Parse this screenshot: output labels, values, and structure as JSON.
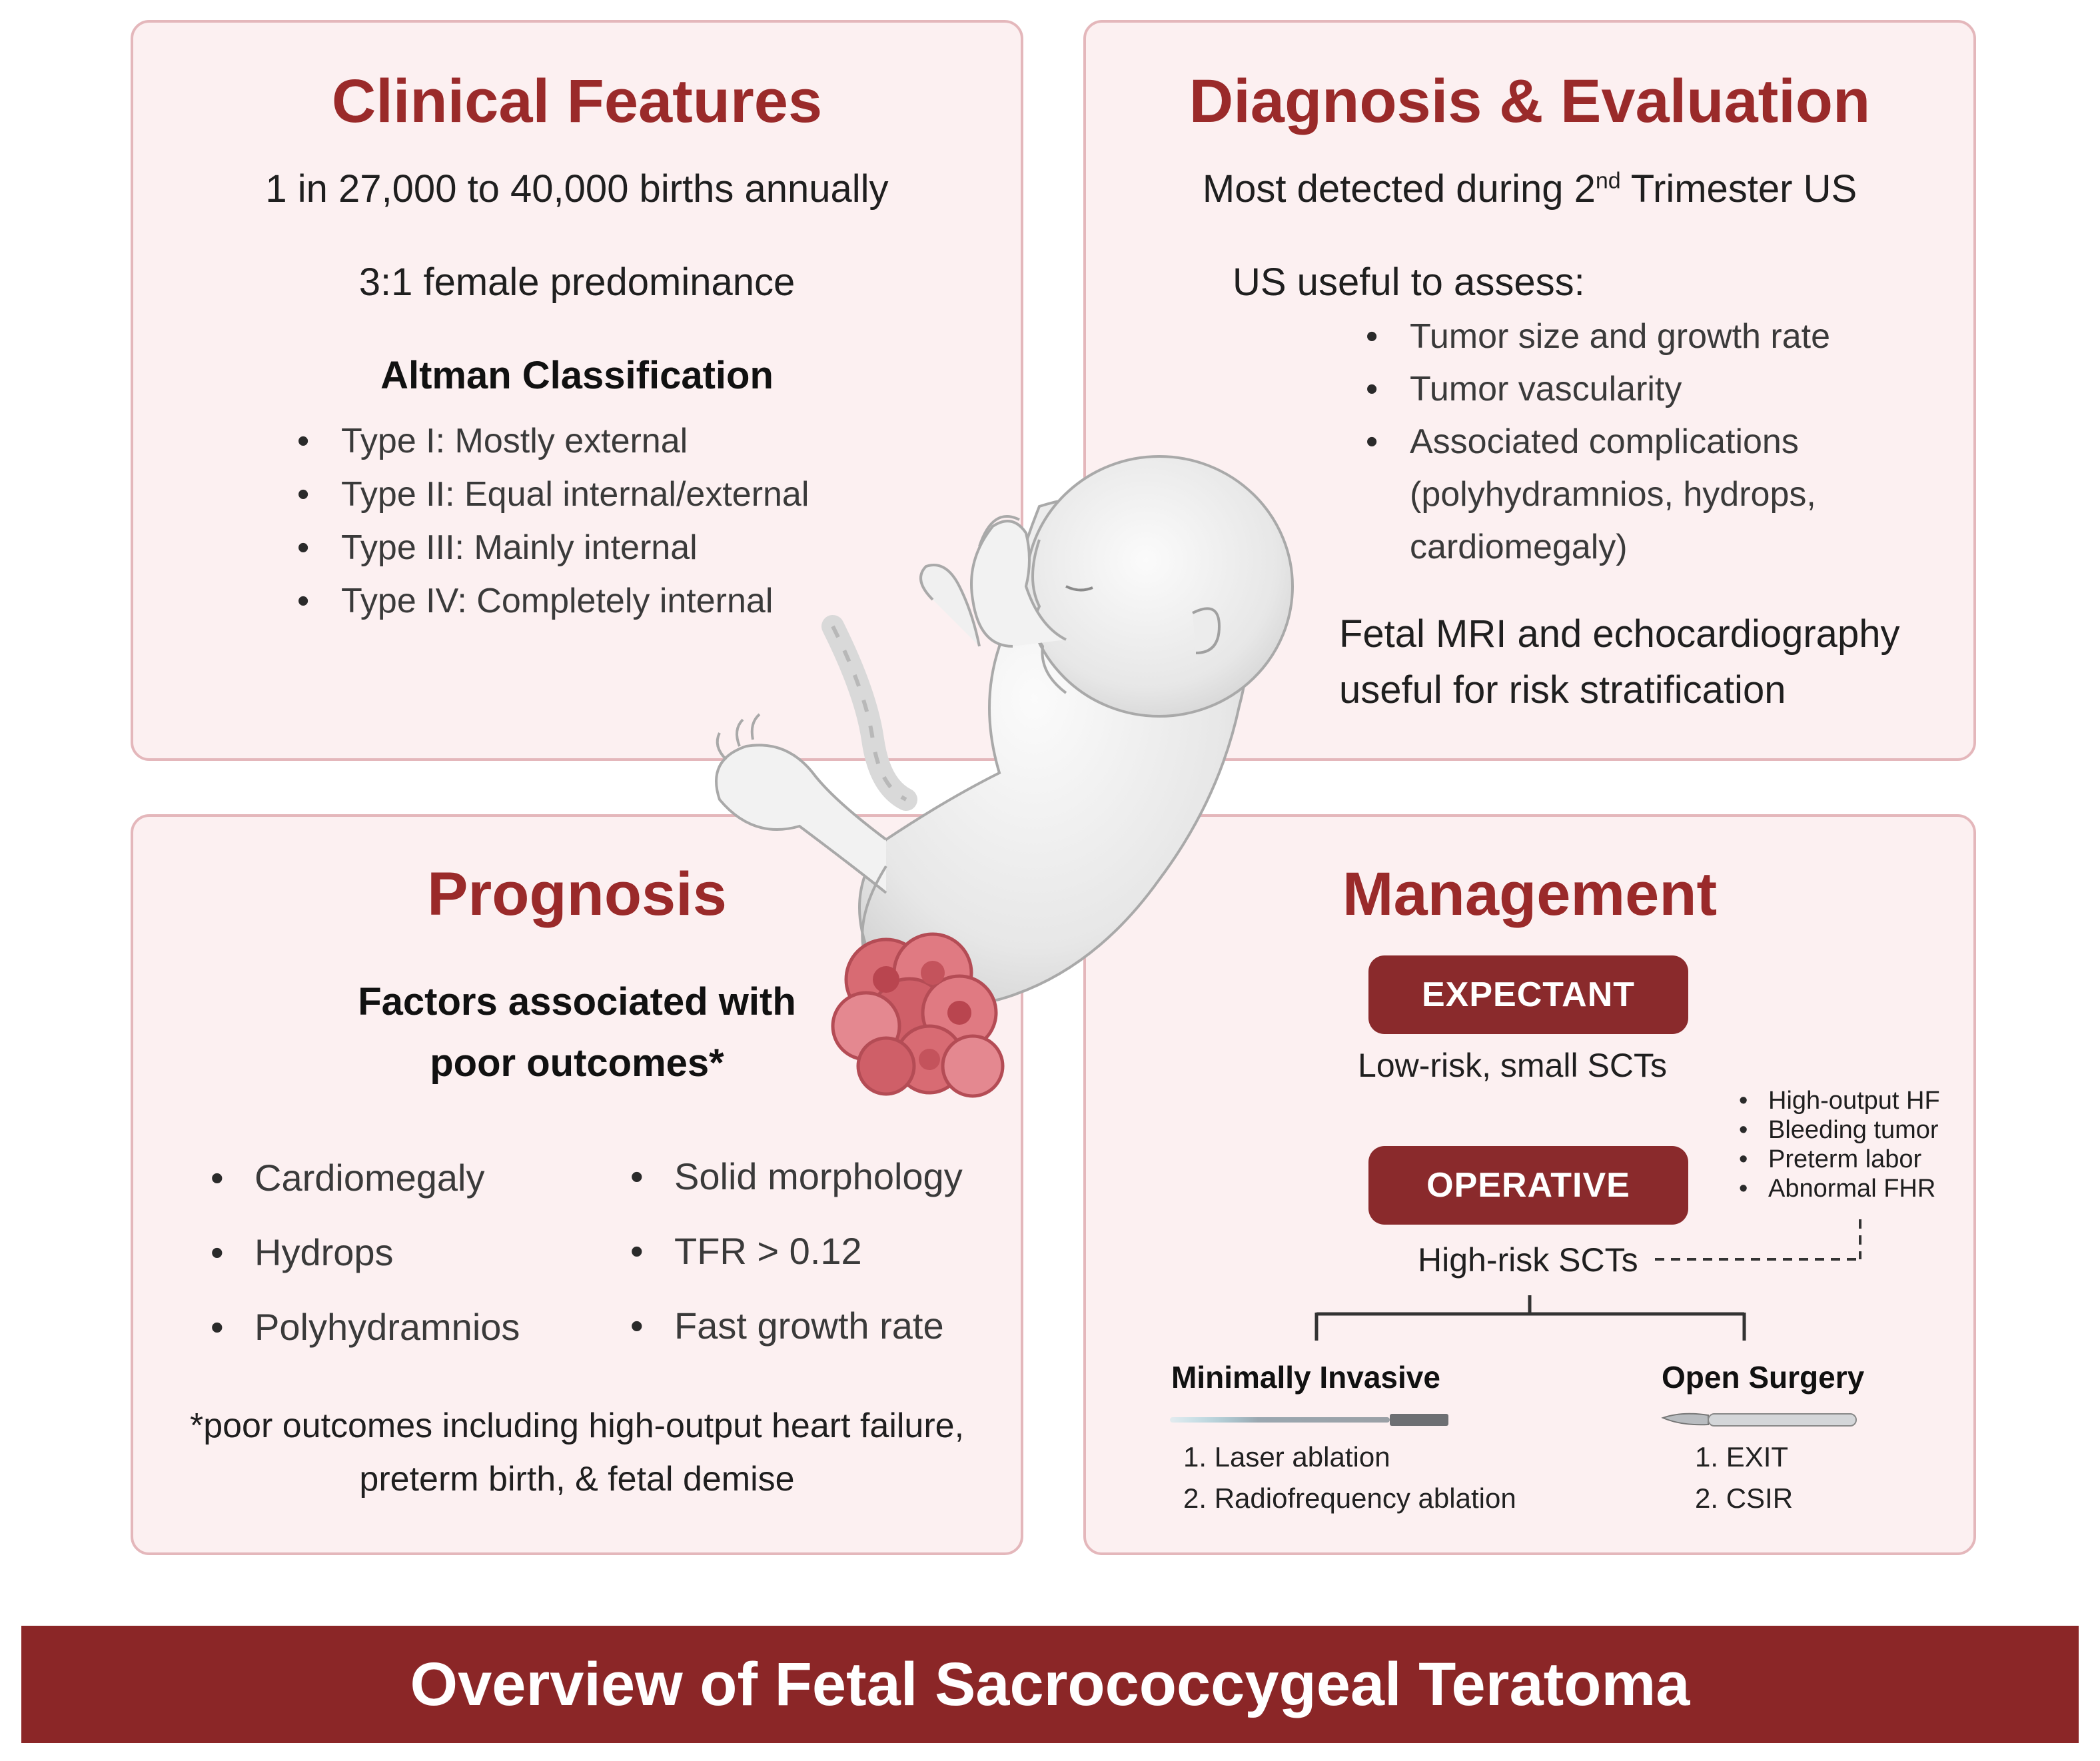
{
  "clinical": {
    "title": "Clinical Features",
    "incidence": "1 in 27,000 to 40,000 births annually",
    "sex_ratio": "3:1 female predominance",
    "altman_heading": "Altman Classification",
    "altman_types": [
      "Type I: Mostly external",
      "Type II: Equal internal/external",
      "Type III: Mainly internal",
      "Type IV: Completely internal"
    ]
  },
  "diagnosis": {
    "title": "Diagnosis & Evaluation",
    "detected_pre": "Most detected during 2",
    "detected_sup": "nd",
    "detected_post": " Trimester US",
    "us_heading": "US useful to assess:",
    "us_items": [
      "Tumor size and growth rate",
      "Tumor vascularity",
      "Associated complications",
      "(polyhydramnios, hydrops,",
      "cardiomegaly)"
    ],
    "mri_line1": "Fetal MRI and echocardiography",
    "mri_line2": "useful for risk stratification"
  },
  "prognosis": {
    "title": "Prognosis",
    "factors_line1": "Factors associated with",
    "factors_line2": "poor outcomes*",
    "factors_left": [
      "Cardiomegaly",
      "Hydrops",
      "Polyhydramnios"
    ],
    "factors_right": [
      "Solid morphology",
      "TFR > 0.12",
      "Fast growth rate"
    ],
    "footnote_line1": "*poor outcomes including high-output heart failure,",
    "footnote_line2": "preterm birth, & fetal demise"
  },
  "management": {
    "title": "Management",
    "expectant_label": "EXPECTANT",
    "expectant_desc": "Low-risk, small SCTs",
    "operative_label": "OPERATIVE",
    "operative_desc": "High-risk SCTs",
    "indications": [
      "High-output HF",
      "Bleeding tumor",
      "Preterm labor",
      "Abnormal FHR"
    ],
    "minimally_invasive": {
      "heading": "Minimally Invasive",
      "items": [
        "1.  Laser ablation",
        "2.  Radiofrequency ablation"
      ]
    },
    "open_surgery": {
      "heading": "Open Surgery",
      "items": [
        "1.  EXIT",
        "2.  CSIR"
      ]
    }
  },
  "banner_title": "Overview of Fetal Sacrococcygeal Teratoma",
  "colors": {
    "heading": "#9a2a2a",
    "panel_fill": "#fcf0f1",
    "panel_border": "#e4b7bb",
    "banner": "#8b2627",
    "pill": "#8a2a2c"
  }
}
